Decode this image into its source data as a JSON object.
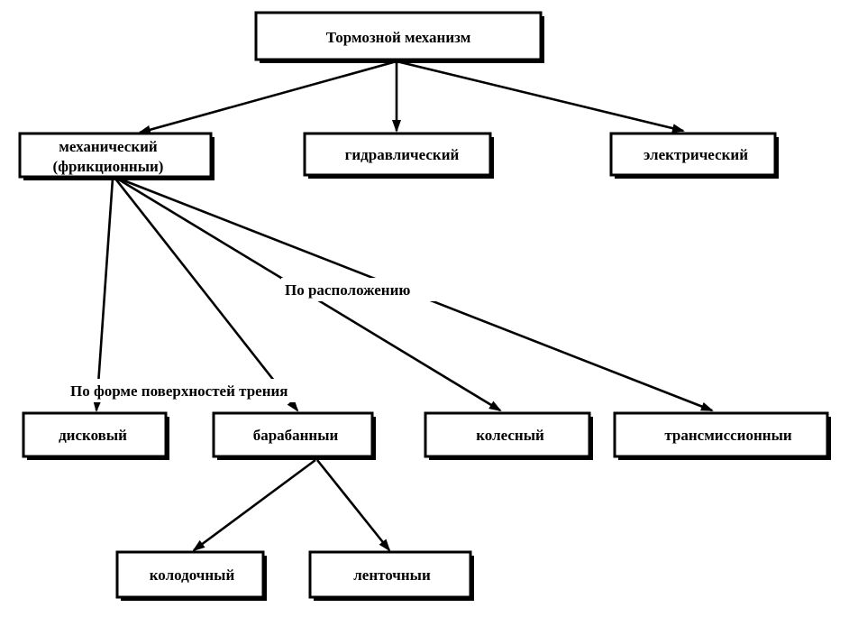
{
  "nodes": {
    "root": {
      "label": "Тормозной механизм"
    },
    "mech": {
      "lines": [
        "механический",
        "(фрикционныи)"
      ]
    },
    "hydr": {
      "label": "гидравлический"
    },
    "elec": {
      "label": "электрический"
    },
    "disc": {
      "label": "дисковый"
    },
    "drum": {
      "label": "барабанныи"
    },
    "wheel": {
      "label": "колесный"
    },
    "trans": {
      "label": "трансмиссионныи"
    },
    "shoe": {
      "label": "колодочный"
    },
    "band": {
      "label": "ленточныи"
    }
  },
  "labels": {
    "by_location": "По расположению",
    "by_surface": "По форме поверхностей трения"
  }
}
